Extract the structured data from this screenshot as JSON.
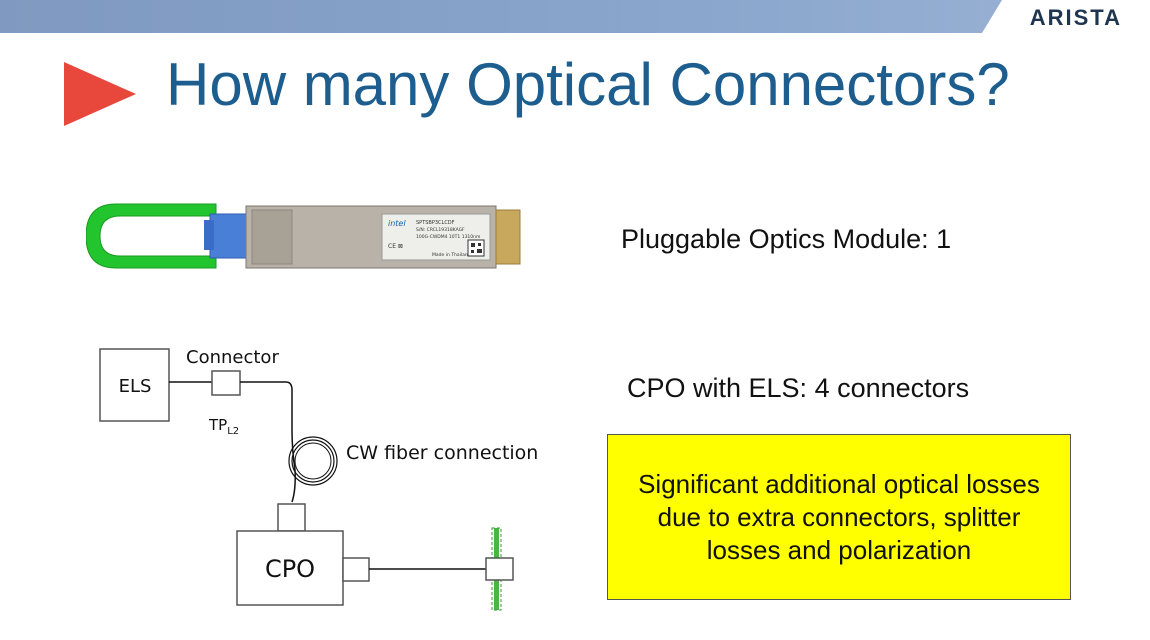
{
  "header": {
    "logo_text": "ARISTA",
    "bar_color": "#8aa6cc"
  },
  "slide": {
    "title": "How many Optical Connectors?",
    "title_color": "#1d5e8e",
    "arrow_color": "#e8473c",
    "module_label": "Pluggable Optics Module: 1",
    "cpo_label": "CPO with ELS: 4 connectors",
    "callout": "Significant additional optical losses due to extra connectors, splitter losses and polarization",
    "callout_bg": "#ffff00"
  },
  "module_image": {
    "brand": "intel",
    "part_number": "SPTSBP3CLCDF",
    "serial": "S/N: CRCL19318KAGF",
    "spec": "100G-CWDM4 10T1 1310nm",
    "origin": "Made in Thailand"
  },
  "diagram": {
    "els_label": "ELS",
    "connector_label": "Connector",
    "tp_label": "TP",
    "tp_sub": "L2",
    "fiber_label": "CW fiber connection",
    "cpo_label": "CPO"
  }
}
